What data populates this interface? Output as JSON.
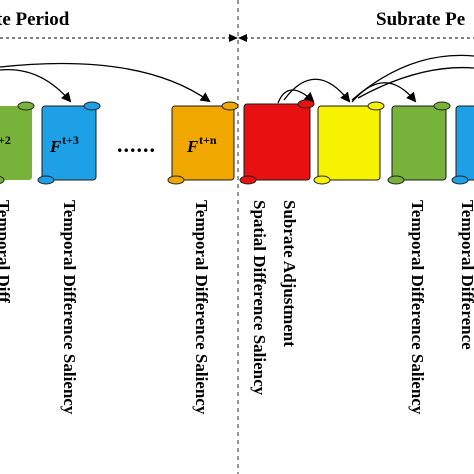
{
  "header": {
    "left_period_label": "te Period",
    "right_period_label": "Subrate Pe"
  },
  "frames": [
    {
      "id": "green-left",
      "color": "#77b33a",
      "label_main": "",
      "label_sup": "+2"
    },
    {
      "id": "blue-left",
      "color": "#1ea0e6",
      "label_main": "F",
      "label_sup": "t+3"
    },
    {
      "id": "orange",
      "color": "#f0a800",
      "label_main": "F",
      "label_sup": "t+n"
    },
    {
      "id": "red",
      "color": "#e81010",
      "label_main": "",
      "label_sup": ""
    },
    {
      "id": "yellow",
      "color": "#f7f200",
      "label_main": "",
      "label_sup": ""
    },
    {
      "id": "green-right",
      "color": "#77b33a",
      "label_main": "",
      "label_sup": ""
    },
    {
      "id": "blue-right",
      "color": "#1ea0e6",
      "label_main": "",
      "label_sup": ""
    }
  ],
  "ellipsis": "......",
  "vertical_labels": [
    "Temporal Diff",
    "Temporal Difference Saliency",
    "Temporal Difference Saliency",
    "Spatial Difference Saliency",
    "Subrate Adjustment",
    "Temporal Difference Saliency",
    "Temporal Difference"
  ]
}
